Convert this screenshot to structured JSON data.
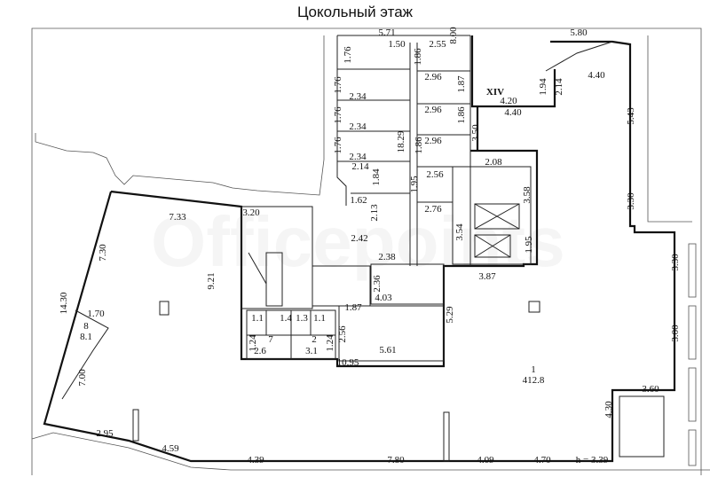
{
  "title": "Цокольный этаж",
  "watermark": "Officepoints",
  "room_labels": {
    "main_room_number": "1",
    "main_room_area": "412.8",
    "stair_room_number": "8",
    "stair_room_area": "8.1",
    "room7_number": "7",
    "room7_area": "2.6",
    "room2_number": "2",
    "room2_area": "3.1",
    "section": "XIV",
    "ceiling_height": "h = 3.39"
  },
  "horizontal_dims": [
    "5.71",
    "1.50",
    "2.55",
    "5.80",
    "4.40",
    "2.96",
    "2.34",
    "2.96",
    "4.20",
    "4.40",
    "2.34",
    "2.96",
    "2.34",
    "2.14",
    "2.08",
    "2.56",
    "1.62",
    "2.76",
    "7.33",
    "3.20",
    "2.42",
    "2.38",
    "3.87",
    "4.03",
    "1.87",
    "1.70",
    "5.61",
    "10.95",
    "3.60",
    "2.95",
    "4.59",
    "4.39",
    "7.80",
    "4.09",
    "4.70",
    "1.1",
    "1.4",
    "1.3",
    "1.1"
  ],
  "vertical_dims": [
    "8.00",
    "1.76",
    "1.86",
    "1.76",
    "1.87",
    "1.94",
    "2.14",
    "1.76",
    "1.86",
    "5.43",
    "1.76",
    "18.29",
    "1.86",
    "3.50",
    "1.84",
    "1.95",
    "3.58",
    "2.13",
    "3.30",
    "7.30",
    "3.54",
    "1.95",
    "3.30",
    "9.21",
    "2.36",
    "14.30",
    "5.29",
    "3.00",
    "2.56",
    "1.24",
    "1.24",
    "7.00",
    "4.30"
  ]
}
